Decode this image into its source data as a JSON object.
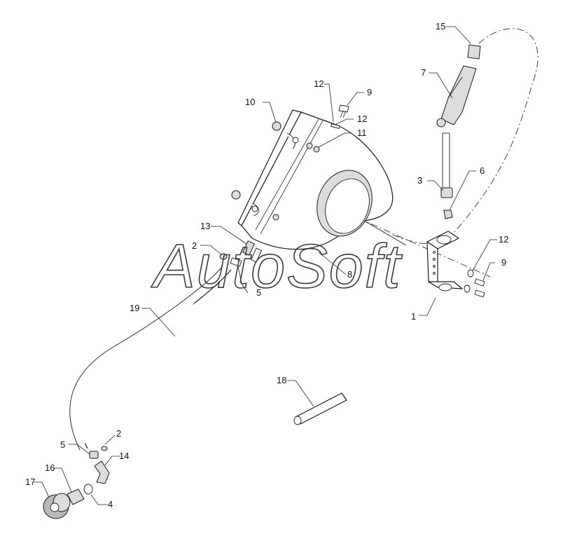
{
  "watermark": "AutoSoft",
  "callouts": [
    "1",
    "2",
    "2",
    "3",
    "4",
    "5",
    "5",
    "6",
    "7",
    "8",
    "9",
    "9",
    "10",
    "11",
    "12",
    "12",
    "12",
    "13",
    "14",
    "15",
    "16",
    "17",
    "18",
    "19"
  ]
}
